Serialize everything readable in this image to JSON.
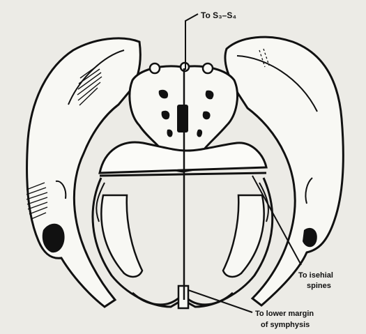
{
  "labels": {
    "top": "To S₃–S₄",
    "ischial_line1": "To isehial",
    "ischial_line2": "spines",
    "symphysis_line1": "To lower margin",
    "symphysis_line2": "of symphysis"
  },
  "colors": {
    "paper": "#ecebe6",
    "ink": "#111111",
    "bone": "#f8f8f4"
  }
}
